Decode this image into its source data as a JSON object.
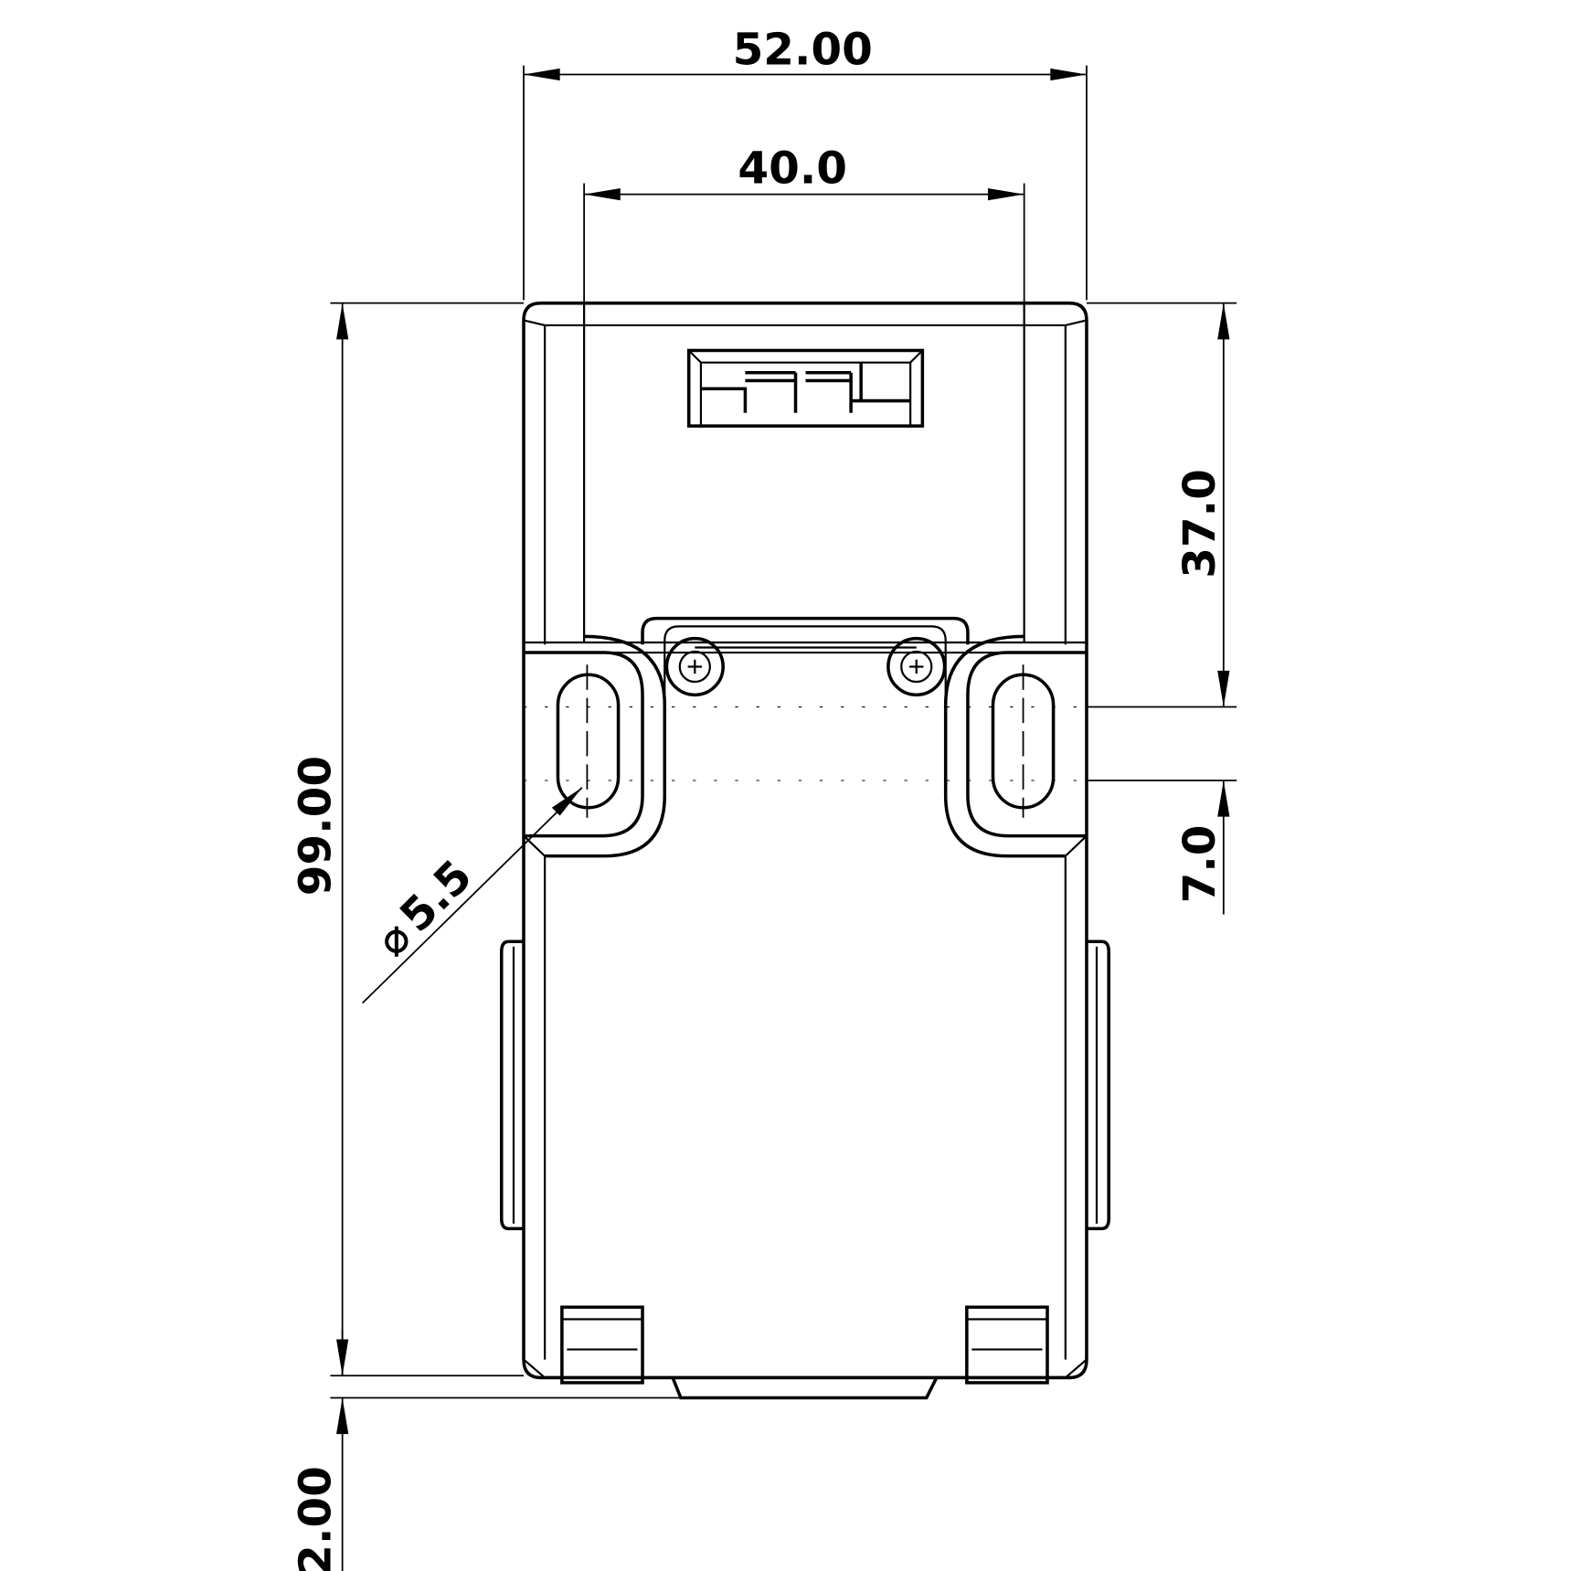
{
  "drawing": {
    "title": "Safety switch housing - front view dimensions",
    "dimensions": {
      "overall_width": "52.00",
      "mounting_hole_spacing": "40.0",
      "overall_height": "99.00",
      "top_to_slot": "37.0",
      "slot_length": "7.0",
      "hole_diameter": "5.5",
      "hole_diameter_symbol": "⌀",
      "bottom_offset": "2.00"
    },
    "colors": {
      "line": "#000000",
      "background": "#ffffff"
    }
  }
}
